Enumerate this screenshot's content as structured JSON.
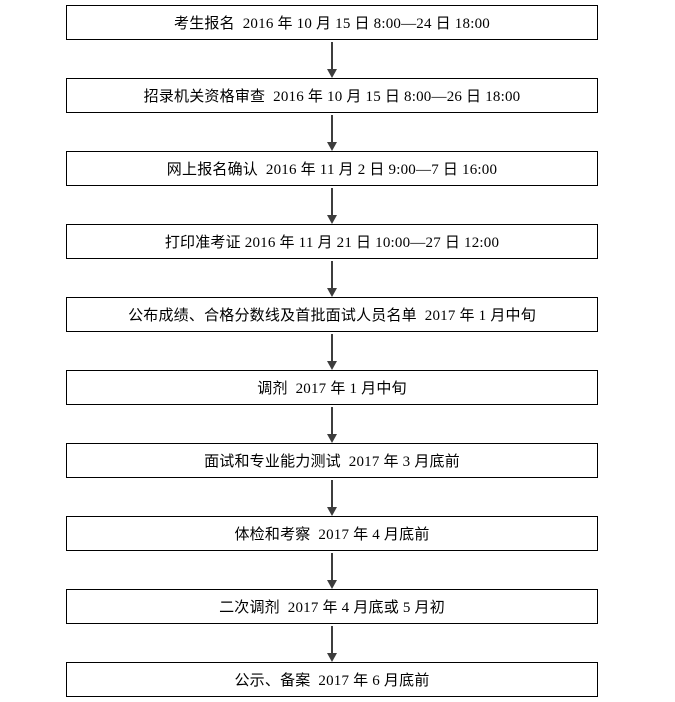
{
  "flowchart": {
    "type": "vertical-process-flow",
    "steps": [
      {
        "text": "考生报名  2016 年 10 月 15 日 8:00—24 日 18:00"
      },
      {
        "text": "招录机关资格审查  2016 年 10 月 15 日 8:00—26 日 18:00"
      },
      {
        "text": "网上报名确认  2016 年 11 月 2 日 9:00—7 日 16:00"
      },
      {
        "text": "打印准考证 2016 年 11 月 21 日 10:00—27 日 12:00"
      },
      {
        "text": "公布成绩、合格分数线及首批面试人员名单  2017 年 1 月中旬"
      },
      {
        "text": "调剂  2017 年 1 月中旬"
      },
      {
        "text": "面试和专业能力测试  2017 年 3 月底前"
      },
      {
        "text": "体检和考察  2017 年 4 月底前"
      },
      {
        "text": "二次调剂  2017 年 4 月底或 5 月初"
      },
      {
        "text": "公示、备案  2017 年 6 月底前"
      }
    ],
    "colors": {
      "background": "#ffffff",
      "box_border": "#000000",
      "text": "#000000",
      "arrow": "#3d3d3d"
    }
  }
}
